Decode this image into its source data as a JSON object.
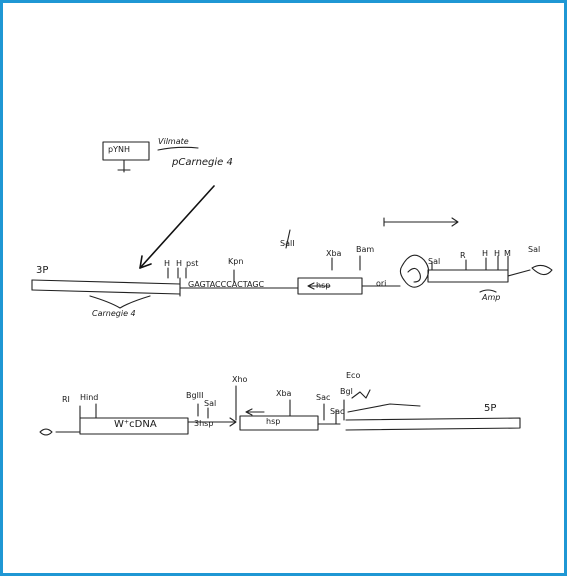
{
  "labels": {
    "top_box": "pYNH",
    "top_box_note": "Vilmate",
    "plasmid": "pCarnegie 4",
    "left_end_top": "3P",
    "carnegie": "Carnegie 4",
    "site_1": "H",
    "site_2": "H",
    "site_3": "pst",
    "site_4": "Kpn",
    "primer": "GAGTACCCACTAGC",
    "sal1": "SalI",
    "xba": "Xba",
    "bam": "Bam",
    "hsp": "hsp",
    "ori": "ori",
    "sal_r": "Sal",
    "r1": "R",
    "h1": "H",
    "h2": "H",
    "m": "M",
    "sal_far": "Sal",
    "amp_label": "Amp",
    "bottom_rh": "RI",
    "bottom_hind": "Hind",
    "wcdna": "W⁺cDNA",
    "bglii": "BglII",
    "sal_bottom": "Sal",
    "hsp_bottom": "3hsp",
    "xho": "Xho",
    "xba_bottom": "Xba",
    "sac": "Sac",
    "sac2": "Sac",
    "bgl": "Bgl",
    "eco": "Eco",
    "hsp_box": "hsp",
    "right_end_bottom": "5P"
  },
  "colors": {
    "frame": "#1f97d4",
    "ink": "#222222"
  }
}
